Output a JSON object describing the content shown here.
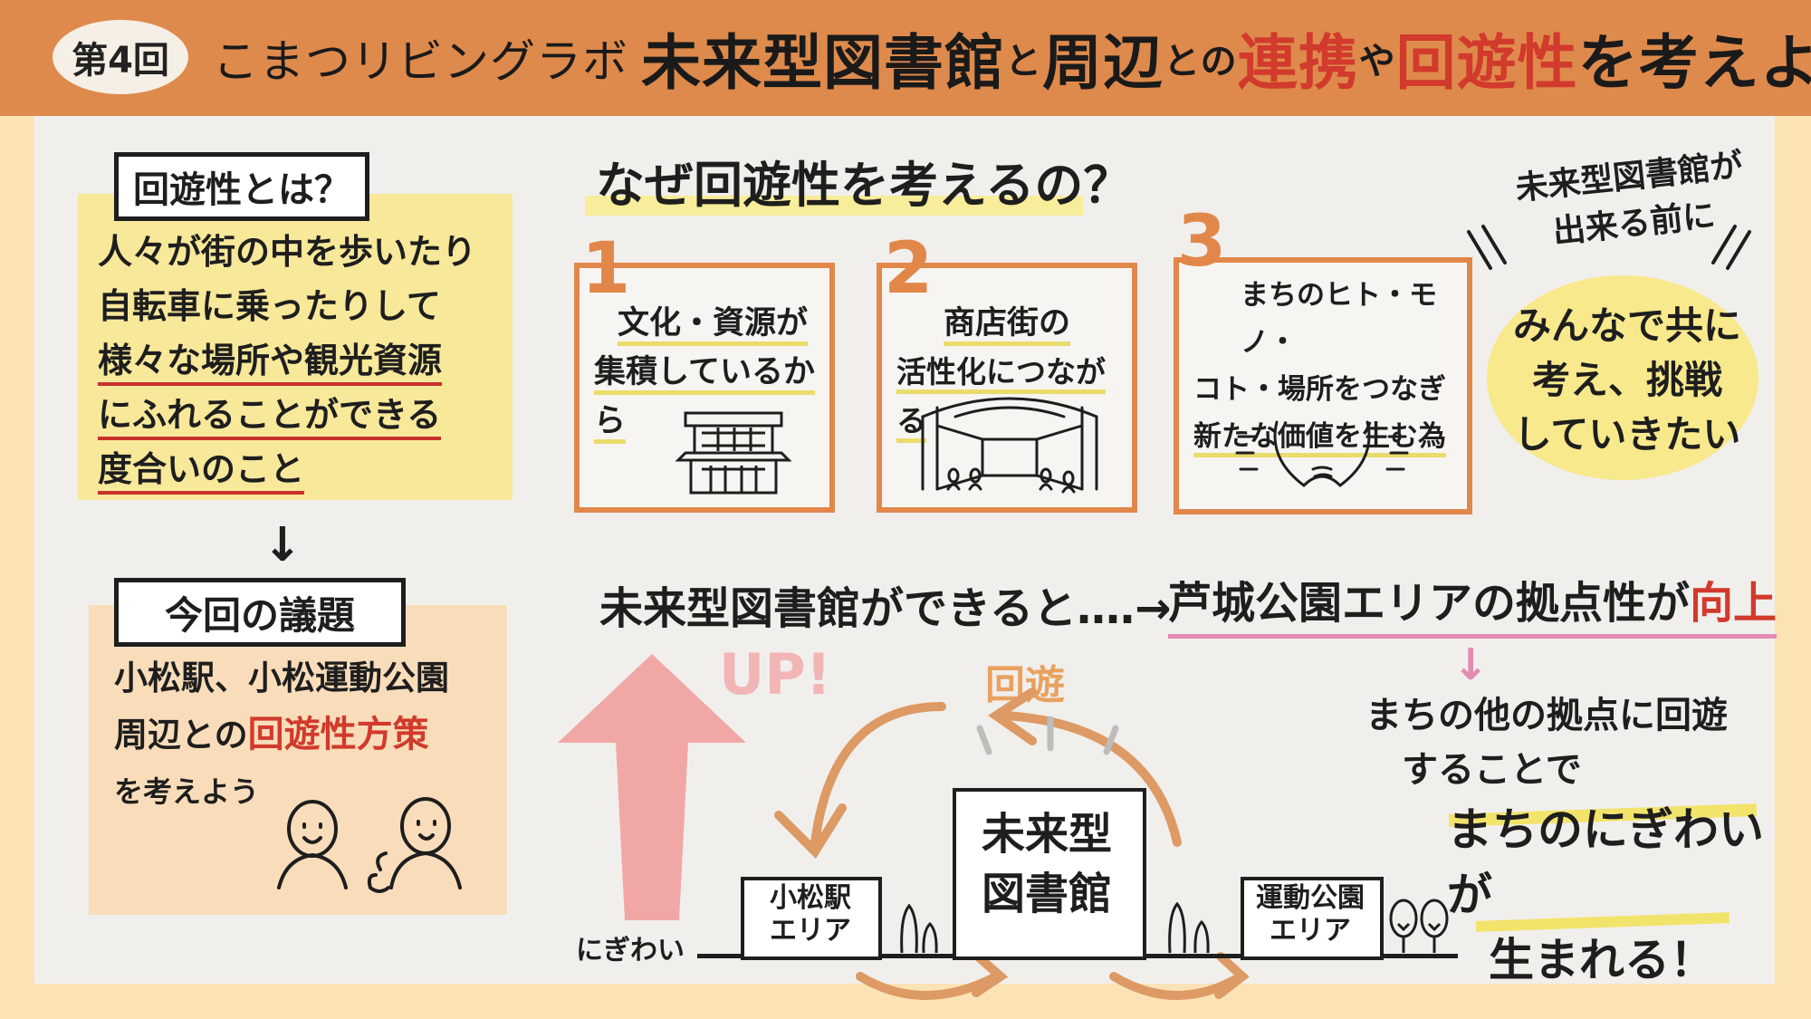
{
  "header": {
    "episode": "第4回",
    "series": "こまつリビングラボ",
    "title_part1": "未来型図書館",
    "title_mini1": "と",
    "title_part2": "周辺",
    "title_mini2": "との",
    "title_red1": "連携",
    "title_mini3": "や",
    "title_red2": "回遊性",
    "title_end": "を考えよう"
  },
  "left": {
    "definition_label": "回遊性とは？",
    "definition_lines": [
      "人々が街の中を歩いたり",
      "自転車に乗ったりして",
      "様々な場所や観光資源",
      "にふれることができる",
      "度合いのこと"
    ],
    "arrow": "↓",
    "topic_label": "今回の議題",
    "topic_line1": "小松駅、小松運動公園",
    "topic_line2_a": "周辺との",
    "topic_line2_b": "回遊性方策",
    "topic_line3": "を考えよう"
  },
  "why": {
    "heading": "なぜ回遊性を考えるの？",
    "reasons": [
      {
        "num": "1",
        "line1": "文化・資源が",
        "line2": "集積しているから"
      },
      {
        "num": "2",
        "line1": "商店街の",
        "line2": "活性化につながる"
      },
      {
        "num": "3",
        "line1": "まちのヒト・モノ・",
        "line2": "コト・場所をつなぎ",
        "line3": "新たな価値を生む為"
      }
    ]
  },
  "right": {
    "note_line1": "未来型図書館が",
    "note_line2": "出来る前に",
    "bubble_line1": "みんなで共に",
    "bubble_line2": "考え、挑戦",
    "bubble_line3": "していきたい"
  },
  "flow": {
    "left_text": "未来型図書館ができると‥‥→",
    "right_text": "芦城公園エリアの拠点性が",
    "right_red": "向上",
    "down_arrow": "↓",
    "result_line1": "まちの他の拠点に回遊",
    "result_line2": "することで",
    "result_line3": "まちのにぎわいが",
    "result_line4": "生まれる！"
  },
  "diagram": {
    "up_label": "UP!",
    "kaiyu_label": "回遊",
    "nigiwai_label": "にぎわい",
    "library_line1": "未来型",
    "library_line2": "図書館",
    "station_line1": "小松駅",
    "station_line2": "エリア",
    "park_line1": "運動公園",
    "park_line2": "エリア"
  },
  "colors": {
    "header": "#de8a4c",
    "accent_orange": "#e2874a",
    "red": "#d13a2c",
    "yellow": "#f7e98c",
    "pink": "#f2a7a7"
  }
}
